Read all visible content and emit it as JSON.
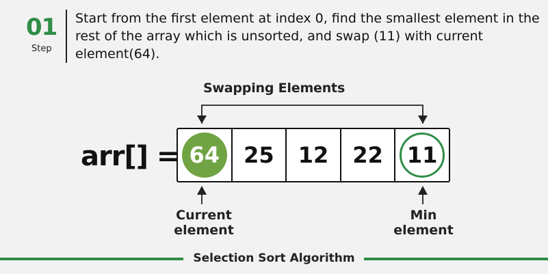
{
  "step": {
    "number": "01",
    "label": "Step",
    "description": "Start from the first element at index 0, find the smallest element in the rest of the array which is unsorted, and swap (11) with current element(64)."
  },
  "diagram": {
    "swap_title": "Swapping Elements",
    "array_label": "arr[] =",
    "cells": [
      "64",
      "25",
      "12",
      "22",
      "11"
    ],
    "current_label": "Current element",
    "min_label": "Min element"
  },
  "footer": {
    "title": "Selection Sort Algorithm"
  },
  "colors": {
    "accent_green": "#2f8d46",
    "filled_circle": "#70a343",
    "background": "#f2f2f2"
  }
}
